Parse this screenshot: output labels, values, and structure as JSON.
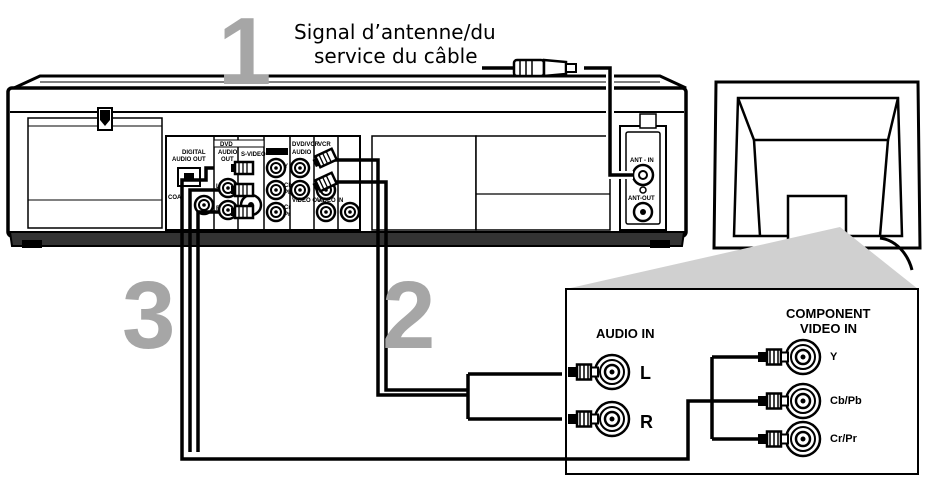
{
  "steps": {
    "one": "1",
    "two": "2",
    "three": "3"
  },
  "signal": {
    "line1": "Signal d’antenne/du",
    "line2": "service du câble"
  },
  "rear_panel": {
    "digital_audio_out": {
      "line1": "DIGITAL",
      "line2": "AUDIO OUT"
    },
    "coax": "COA",
    "dvd": "DVD",
    "audio_out": {
      "line1": "AUDIO",
      "line2": "OUT"
    },
    "s_video": "S-VIDEO",
    "l": "L",
    "r": "R",
    "y": "Y",
    "cb_pb": {
      "line1": "Cb",
      "line2": "Pb"
    },
    "cr_pr": {
      "line1": "Cr",
      "line2": "Pr"
    },
    "dvd_vcr": "DVD/VCR",
    "vcr": "VCR",
    "audio_short": "AUDIO",
    "video_out": "VIDEO OUT",
    "video_in": "VIDEO IN",
    "ant_in": "ANT - IN",
    "ant_out": "ANT-OUT"
  },
  "tv_panel": {
    "audio_in": "AUDIO IN",
    "component_video_in": {
      "line1": "COMPONENT",
      "line2": "VIDEO IN"
    },
    "l": "L",
    "r": "R",
    "y": "Y",
    "cb_pb": "Cb/Pb",
    "cr_pr": "Cr/Pr"
  },
  "colors": {
    "step_number": "#a6a6a6",
    "cable": "#000000",
    "callout": "#d0d0d0"
  }
}
